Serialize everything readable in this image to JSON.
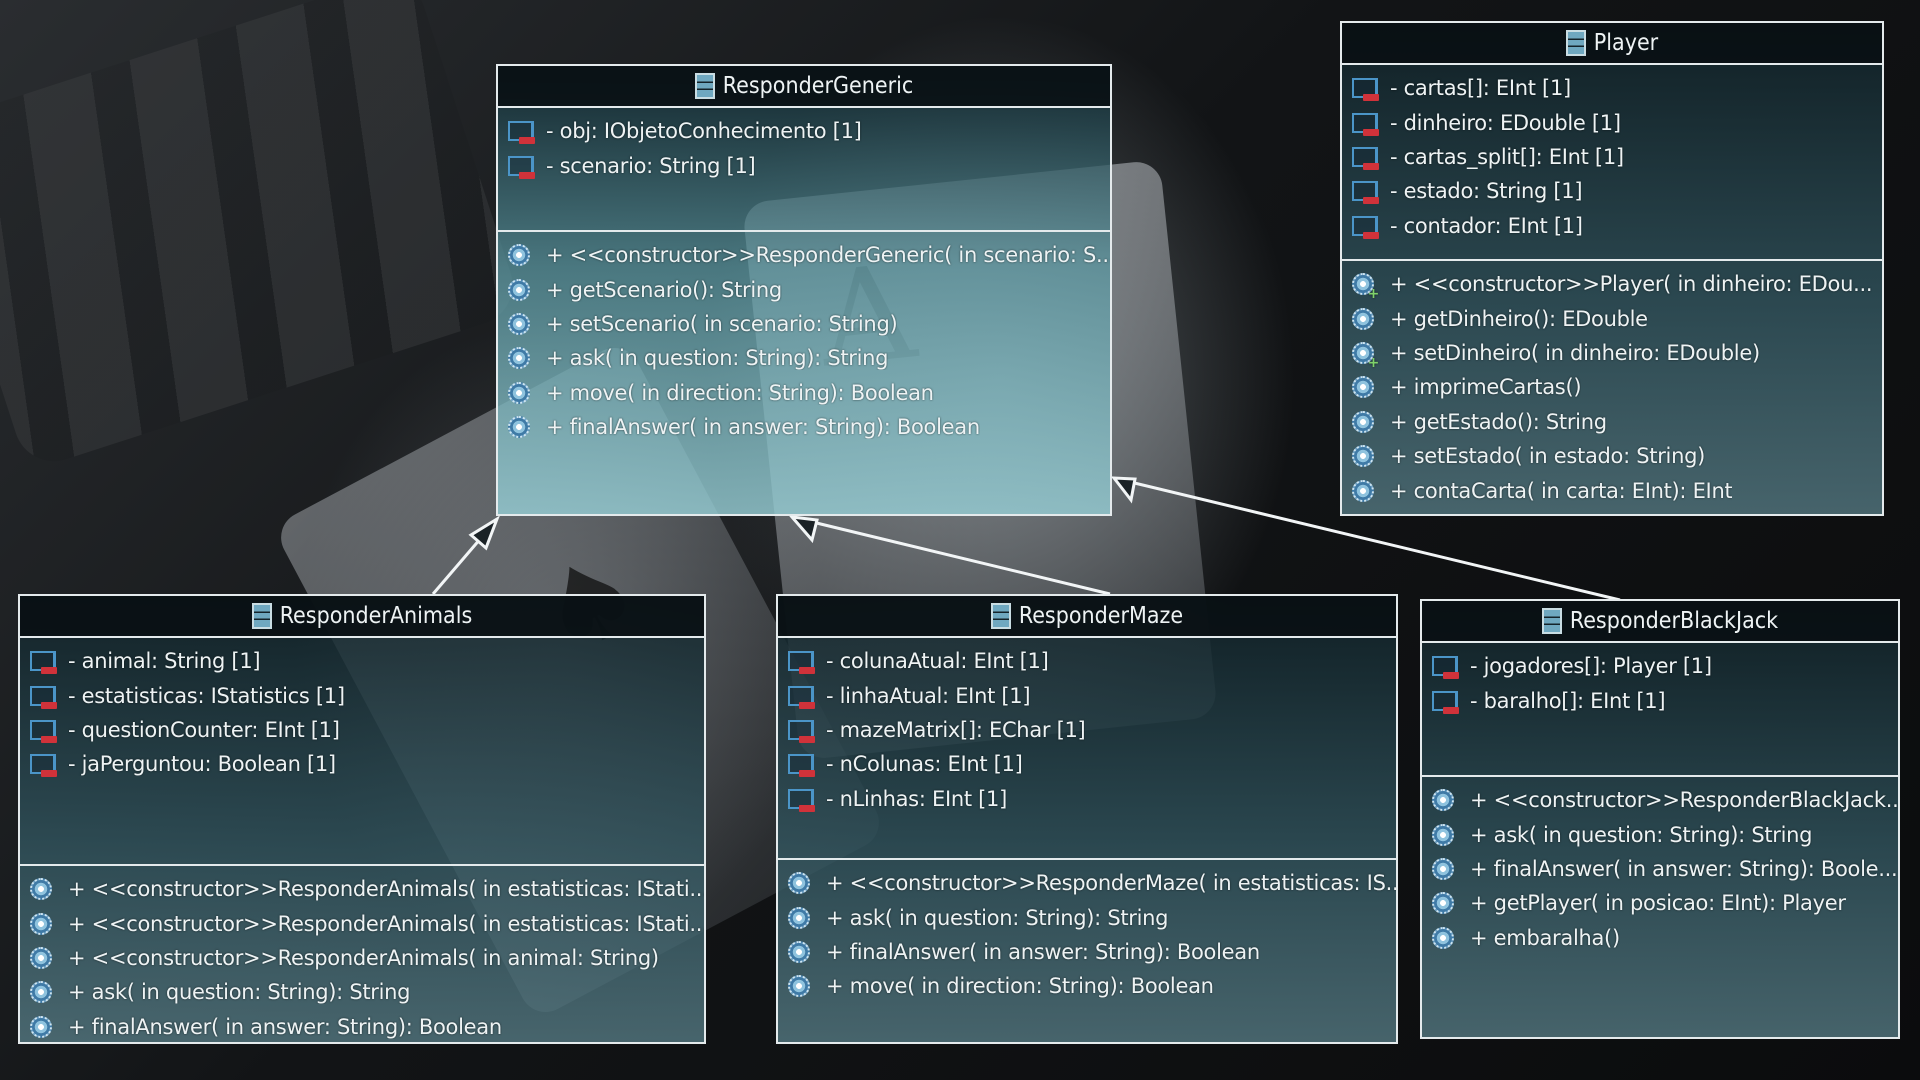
{
  "classes": [
    {
      "id": "responder-generic",
      "name": "ResponderGeneric",
      "attributes": [
        "- obj: IObjetoConhecimento [1]",
        "- scenario: String [1]"
      ],
      "operations": [
        "+ <<constructor>>ResponderGeneric(  in scenario: S...",
        "+ getScenario(): String",
        "+ setScenario(  in scenario: String)",
        "+ ask(  in question: String): String",
        "+ move(  in direction: String): Boolean",
        "+ finalAnswer(  in answer: String): Boolean"
      ]
    },
    {
      "id": "player",
      "name": "Player",
      "attributes": [
        "- cartas[]: EInt [1]",
        "- dinheiro: EDouble [1]",
        "- cartas_split[]: EInt [1]",
        "- estado: String [1]",
        "- contador: EInt [1]"
      ],
      "operations": [
        "+ <<constructor>>Player(  in dinheiro: EDou...",
        "+ getDinheiro(): EDouble",
        "+ setDinheiro(  in dinheiro: EDouble)",
        "+ imprimeCartas()",
        "+ getEstado(): String",
        "+ setEstado(  in estado: String)",
        "+ contaCarta(  in carta: EInt): EInt"
      ]
    },
    {
      "id": "responder-animals",
      "name": "ResponderAnimals",
      "attributes": [
        "- animal: String [1]",
        "- estatisticas: IStatistics [1]",
        "- questionCounter: EInt [1]",
        "- jaPerguntou: Boolean [1]"
      ],
      "operations": [
        "+ <<constructor>>ResponderAnimals(  in estatisticas: IStati...",
        "+ <<constructor>>ResponderAnimals(  in estatisticas: IStati...",
        "+ <<constructor>>ResponderAnimals(  in animal: String)",
        "+ ask(  in question: String): String",
        "+ finalAnswer(  in answer: String): Boolean"
      ]
    },
    {
      "id": "responder-maze",
      "name": "ResponderMaze",
      "attributes": [
        "- colunaAtual: EInt [1]",
        "- linhaAtual: EInt [1]",
        "- mazeMatrix[]: EChar [1]",
        "- nColunas: EInt [1]",
        "- nLinhas: EInt [1]"
      ],
      "operations": [
        "+ <<constructor>>ResponderMaze(  in estatisticas: IS...",
        "+ ask(  in question: String): String",
        "+ finalAnswer(  in answer: String): Boolean",
        "+ move(  in direction: String): Boolean"
      ]
    },
    {
      "id": "responder-blackjack",
      "name": "ResponderBlackJack",
      "attributes": [
        "- jogadores[]: Player [1]",
        "- baralho[]: EInt [1]"
      ],
      "operations": [
        "+ <<constructor>>ResponderBlackJack...",
        "+ ask(  in question: String): String",
        "+ finalAnswer(  in answer: String): Boole...",
        "+ getPlayer(  in posicao: EInt): Player",
        "+ embaralha()"
      ]
    }
  ],
  "relations": [
    {
      "type": "generalization",
      "from": "ResponderAnimals",
      "to": "ResponderGeneric"
    },
    {
      "type": "generalization",
      "from": "ResponderMaze",
      "to": "ResponderGeneric"
    },
    {
      "type": "generalization",
      "from": "ResponderBlackJack",
      "to": "ResponderGeneric"
    }
  ],
  "icons": {
    "class": "class-icon",
    "attribute": "attribute-icon",
    "operation": "operation-icon"
  },
  "colors": {
    "border": "#e4eaec",
    "header": "#080e12",
    "box_top": "#102228",
    "box_bottom": "#5c848e",
    "highlight": "#96cdd4",
    "text": "#eef3f4",
    "attr_marker": "#d0323a"
  }
}
